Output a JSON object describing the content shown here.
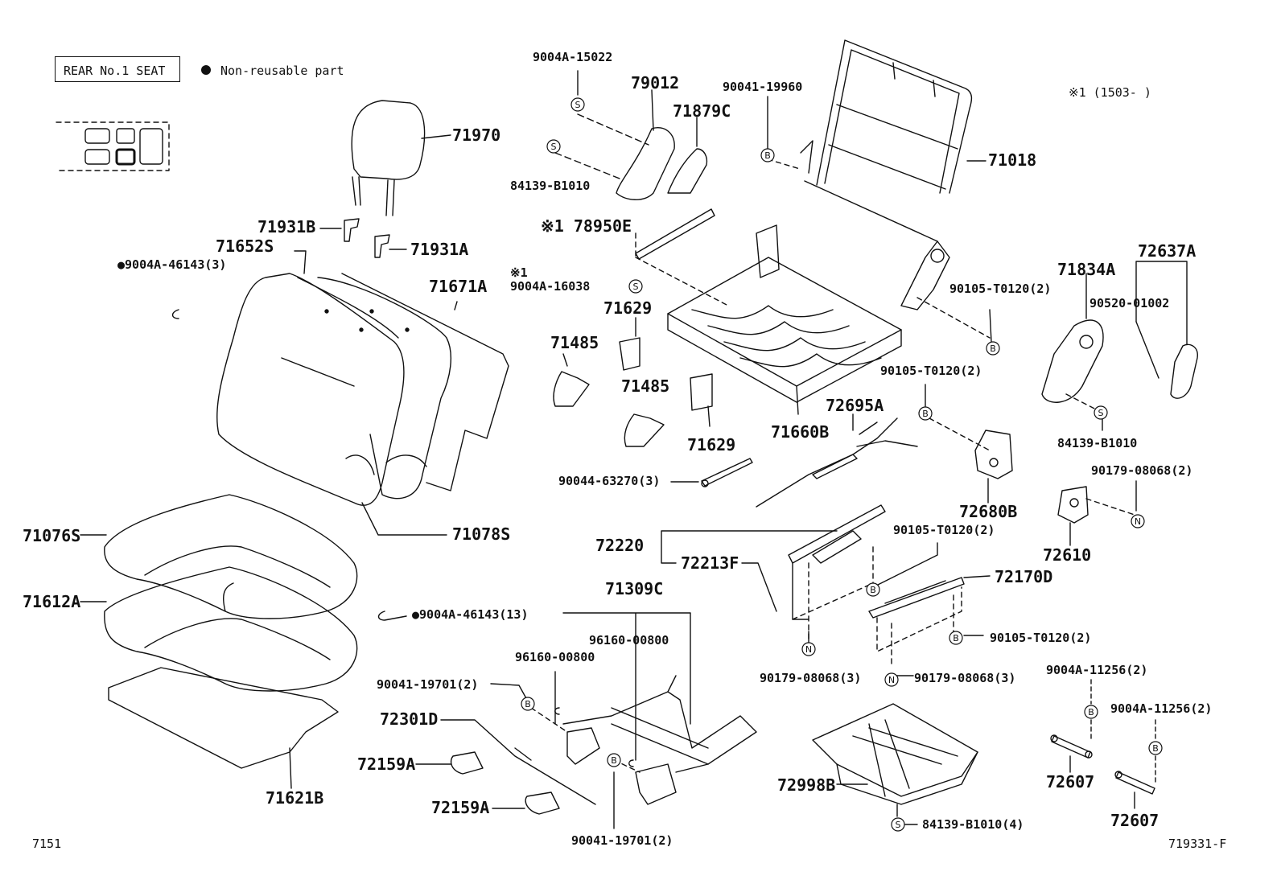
{
  "legend": {
    "seat_label": "REAR No.1 SEAT",
    "nonreusable_label": "Non-reusable part",
    "note_label": "※1 (1503-     )"
  },
  "footer": {
    "left_code": "7151",
    "right_code": "719331-F"
  },
  "parts": {
    "p71970": "71970",
    "p71931B": "71931B",
    "p71931A": "71931A",
    "p71652S": "71652S",
    "p9004A46143_3": "●9004A-46143(3)",
    "p71671A": "71671A",
    "p71076S": "71076S",
    "p71612A": "71612A",
    "p71078S": "71078S",
    "p71621B": "71621B",
    "p9004A46143_13": "●9004A-46143(13)",
    "p9004A15022": "9004A-15022",
    "p79012": "79012",
    "p71879C": "71879C",
    "p84139B1010_a": "84139-B1010",
    "p78950E": "※1 78950E",
    "p9004A16038_note": "※1",
    "p9004A16038": "9004A-16038",
    "p71629_a": "71629",
    "p71485_a": "71485",
    "p71485_b": "71485",
    "p71629_b": "71629",
    "p90044": "90044-63270(3)",
    "p90041_19960": "90041-19960",
    "p71018": "71018",
    "p71660B": "71660B",
    "p72695A": "72695A",
    "p90105_a": "90105-T0120(2)",
    "p90105_b": "90105-T0120(2)",
    "p72680B": "72680B",
    "p90105_c": "90105-T0120(2)",
    "p72220": "72220",
    "p72213F": "72213F",
    "p72170D": "72170D",
    "p90105_d": "90105-T0120(2)",
    "p90179_a": "90179-08068(3)",
    "p90179_b": "90179-08068(3)",
    "p71834A": "71834A",
    "p72637A": "72637A",
    "p90520": "90520-01002",
    "p84139B1010_b": "84139-B1010",
    "p90179_c": "90179-08068(2)",
    "p72610": "72610",
    "p71309C": "71309C",
    "p96160_a": "96160-00800",
    "p96160_b": "96160-00800",
    "p90041_19701_a": "90041-19701(2)",
    "p72301D": "72301D",
    "p72159A_a": "72159A",
    "p72159A_b": "72159A",
    "p90041_19701_b": "90041-19701(2)",
    "p72998B": "72998B",
    "p84139B1010_4": "84139-B1010(4)",
    "p9004A11256_a": "9004A-11256(2)",
    "p9004A11256_b": "9004A-11256(2)",
    "p72607_a": "72607",
    "p72607_b": "72607"
  },
  "markers": {
    "s": "S",
    "b": "B",
    "n": "N"
  }
}
